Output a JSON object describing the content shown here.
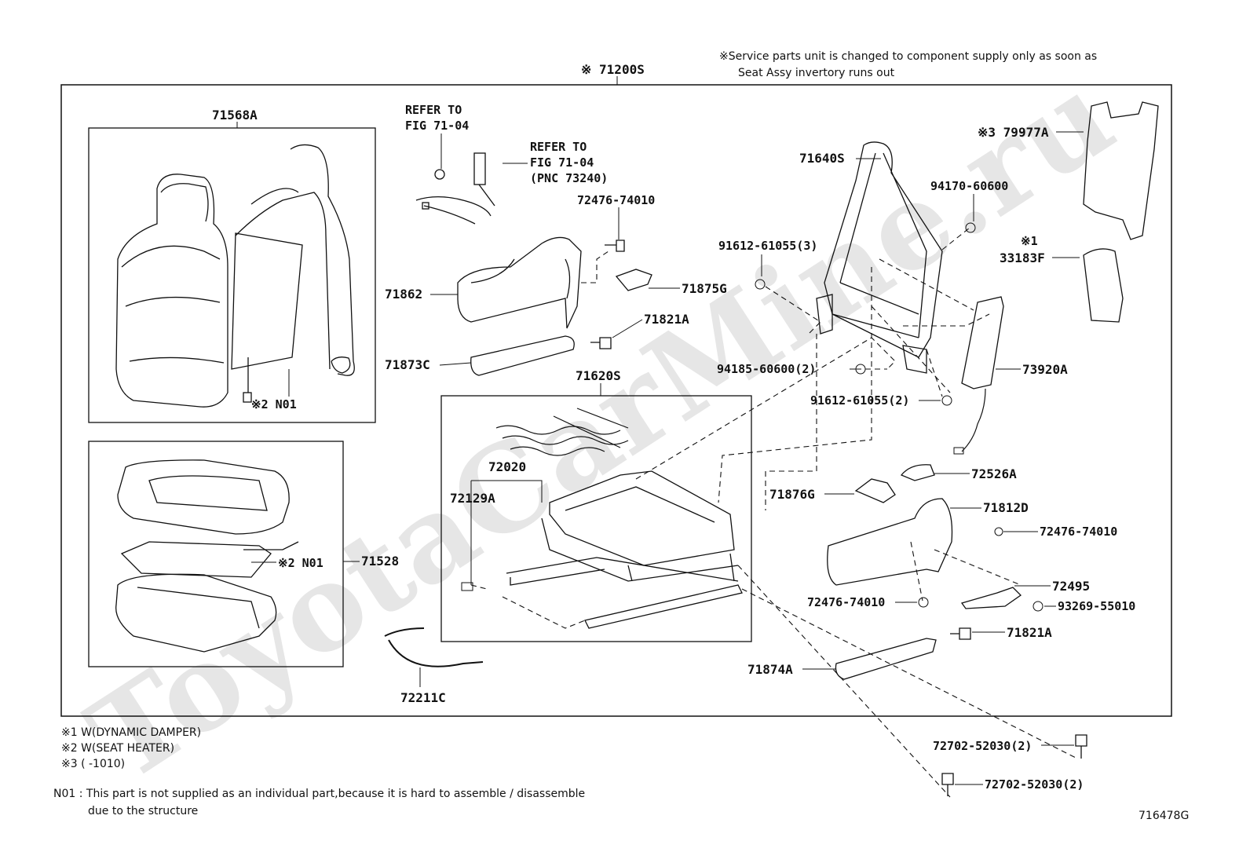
{
  "top_note": {
    "line1": "※Service parts unit is changed to component supply only as soon as",
    "line2": "Seat Assy invertory runs out"
  },
  "assembly_label": "※ 71200S",
  "watermark": "ToyotaCarMine.ru",
  "labels": {
    "p71568A": "71568A",
    "refer1_a": "REFER TO",
    "refer1_b": "FIG 71-04",
    "refer2_a": "REFER TO",
    "refer2_b": "FIG 71-04",
    "refer2_c": "(PNC 73240)",
    "p72476_74010_a": "72476-74010",
    "p71862": "71862",
    "p71875G": "71875G",
    "p71821A_a": "71821A",
    "p71873C": "71873C",
    "p71620S": "71620S",
    "p72020": "72020",
    "p72129A": "72129A",
    "n01_a": "※2 N01",
    "n01_b": "※2 N01",
    "p71528": "71528",
    "p72211C": "72211C",
    "p71640S": "71640S",
    "p94170_60600": "94170-60600",
    "p91612_61055_3": "91612-61055(3)",
    "p94185_60600_2": "94185-60600(2)",
    "p91612_61055_2": "91612-61055(2)",
    "p79977A": "※3 79977A",
    "p33183F_a": "※1",
    "p33183F_b": "33183F",
    "p73920A": "73920A",
    "p72526A": "72526A",
    "p71876G": "71876G",
    "p71812D": "71812D",
    "p72476_74010_b": "72476-74010",
    "p72476_74010_c": "72476-74010",
    "p72495": "72495",
    "p93269_55010": "93269-55010",
    "p71821A_b": "71821A",
    "p71874A": "71874A",
    "p72702_52030_a": "72702-52030(2)",
    "p72702_52030_b": "72702-52030(2)"
  },
  "footnotes": {
    "n1": "※1  W(DYNAMIC  DAMPER)",
    "n2": "※2  W(SEAT HEATER)",
    "n3": "※3  (       -1010)",
    "n01_line1": "N01 : This part is not supplied as an individual part,because it is hard to assemble / disassemble",
    "n01_line2": "due to the structure"
  },
  "figure_code": "716478G"
}
